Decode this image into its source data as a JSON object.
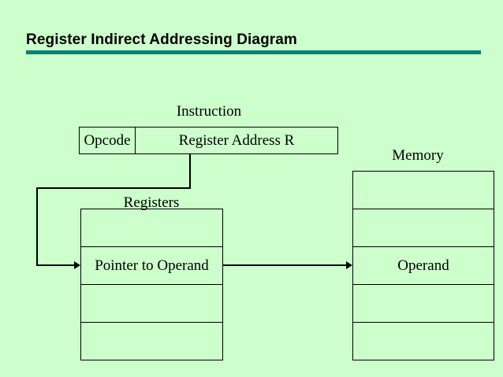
{
  "slide": {
    "title": "Register Indirect Addressing Diagram",
    "background_color": "#ccffcc",
    "rule_color": "#0b8077",
    "text_color": "#000000"
  },
  "instruction": {
    "label": "Instruction",
    "opcode_label": "Opcode",
    "address_label": "Register Address R"
  },
  "registers": {
    "label": "Registers",
    "rows": [
      "",
      "Pointer to Operand",
      "",
      ""
    ]
  },
  "memory": {
    "label": "Memory",
    "rows": [
      "",
      "",
      "Operand",
      "",
      ""
    ]
  },
  "connectors": {
    "instruction_to_registers": "arrow-right",
    "registers_to_memory": "arrow-right"
  }
}
